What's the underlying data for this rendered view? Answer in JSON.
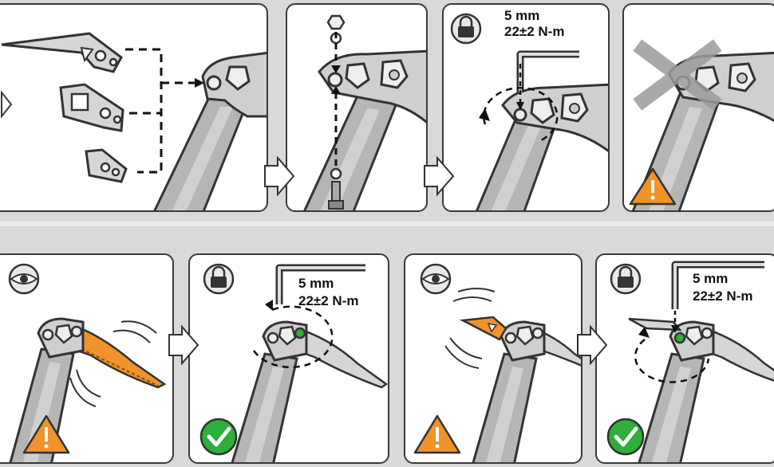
{
  "instructions": {
    "top_row": {
      "panel_3": {
        "size": "5 mm",
        "torque": "22±2 N-m"
      }
    },
    "bottom_row": {
      "panel_2": {
        "size": "5 mm",
        "torque": "22±2 N-m"
      },
      "panel_4": {
        "size": "5 mm",
        "torque": "22±2 N-m"
      }
    }
  },
  "icons": [
    "eye-icon",
    "lock-icon",
    "warning-icon",
    "check-icon",
    "hex-key-icon"
  ],
  "colors": {
    "accent_orange": "#f0932b",
    "check_green": "#2eae3a",
    "panel_border": "#3a3a3a",
    "background": "#d9d9d9",
    "shaft_gray": "#9b9b9b"
  }
}
